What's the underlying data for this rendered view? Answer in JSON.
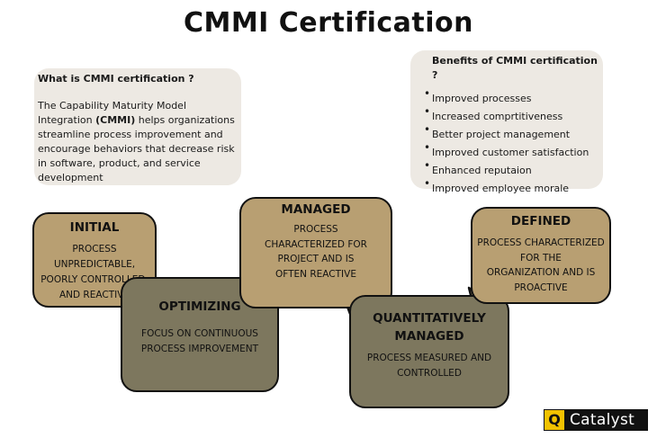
{
  "title": "CMMI Certification",
  "what": {
    "heading": "What is CMMI certification ?",
    "para_pre": "The Capability Maturity Model Integration ",
    "para_bold": "(CMMI)",
    "para_post": " helps organizations streamline process improvement and encourage behaviors that decrease risk in software, product, and service development"
  },
  "benefits": {
    "heading": "Benefits of CMMI certification ?",
    "items": [
      "Improved processes",
      "Increased comprtitiveness",
      "Better project management",
      "Improved customer satisfaction",
      "Enhanced reputaion",
      "Improved employee morale"
    ]
  },
  "stages": {
    "initial": {
      "title": "INITIAL",
      "desc_lines": [
        "PROCESS",
        "UNPREDICTABLE,",
        "POORLY CONTROLLED,",
        "AND REACTIVE"
      ]
    },
    "optimizing": {
      "title": "OPTIMIZING",
      "desc_lines": [
        "FOCUS ON CONTINUOUS",
        "PROCESS IMPROVEMENT"
      ]
    },
    "managed": {
      "title": "MANAGED",
      "desc_lines": [
        "PROCESS",
        "CHARACTERIZED FOR",
        "PROJECT AND IS",
        "OFTEN REACTIVE"
      ]
    },
    "quantitatively_managed": {
      "title_lines": [
        "QUANTITATIVELY",
        "MANAGED"
      ],
      "desc_lines": [
        "PROCESS MEASURED AND",
        "CONTROLLED"
      ]
    },
    "defined": {
      "title": "DEFINED",
      "desc_lines": [
        "PROCESS CHARACTERIZED",
        "FOR THE",
        "ORGANIZATION AND IS",
        "PROACTIVE"
      ]
    }
  },
  "colors": {
    "tan": "#b89f72",
    "olive": "#7d775e",
    "info_bg": "#ede9e3",
    "logo_accent": "#f2c200"
  },
  "logo": {
    "mark": "Q",
    "name": "Catalyst"
  }
}
